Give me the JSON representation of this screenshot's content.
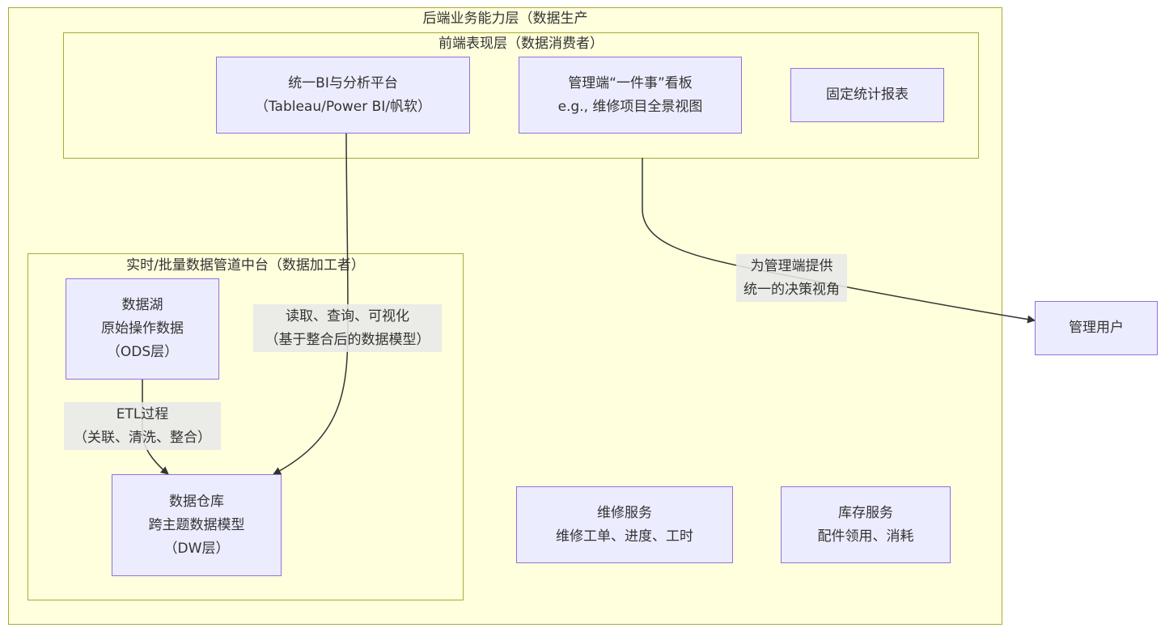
{
  "clusters": {
    "backend": {
      "title": "后端业务能力层（数据生产"
    },
    "frontend": {
      "title": "前端表现层（数据消费者）"
    },
    "middle": {
      "title": "实时/批量数据管道中台（数据加工者）"
    }
  },
  "nodes": {
    "bi_platform": {
      "line1": "统一BI与分析平台",
      "line2": "（Tableau/Power BI/帆软）"
    },
    "dashboard": {
      "line1": "管理端“一件事”看板",
      "line2": "e.g., 维修项目全景视图"
    },
    "fixed_report": {
      "line1": "固定统计报表"
    },
    "data_lake": {
      "line1": "数据湖",
      "line2": "原始操作数据",
      "line3": "（ODS层）"
    },
    "data_warehouse": {
      "line1": "数据仓库",
      "line2": "跨主题数据模型",
      "line3": "（DW层）"
    },
    "repair_service": {
      "line1": "维修服务",
      "line2": "维修工单、进度、工时"
    },
    "inventory_service": {
      "line1": "库存服务",
      "line2": "配件领用、消耗"
    },
    "admin_user": {
      "line1": "管理用户"
    }
  },
  "edge_labels": {
    "read_query": {
      "line1": "读取、查询、可视化",
      "line2": "（基于整合后的数据模型）"
    },
    "etl": {
      "line1": "ETL过程",
      "line2": "（关联、清洗、整合）"
    },
    "unified_view": {
      "line1": "为管理端提供",
      "line2": "统一的决策视角"
    }
  },
  "colors": {
    "cluster_fill": "#ffffde",
    "cluster_border": "#aaaa33",
    "node_fill": "#ececff",
    "node_border": "#9370db",
    "edge": "#333333"
  }
}
